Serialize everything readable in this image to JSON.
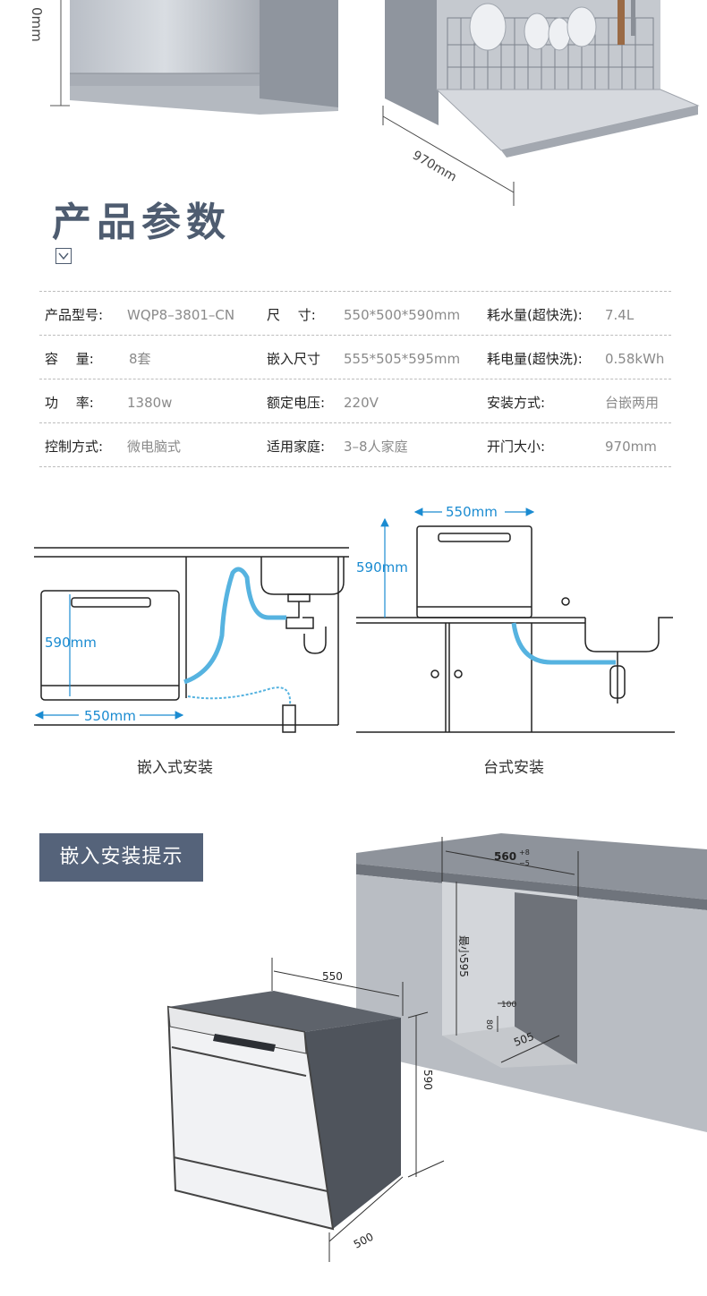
{
  "top_photo": {
    "width_label": "970mm",
    "cut_label": "0mm"
  },
  "section": {
    "title": "产品参数"
  },
  "specs": [
    [
      {
        "label": "产品型号:",
        "value": "WQP8–3801–CN"
      },
      {
        "label": "尺　 寸:",
        "value": "550*500*590mm"
      },
      {
        "label": "耗水量(超快洗):",
        "value": "7.4L"
      }
    ],
    [
      {
        "label": "容　 量:",
        "value": "8套"
      },
      {
        "label": "嵌入尺寸",
        "value": "555*505*595mm"
      },
      {
        "label": "耗电量(超快洗):",
        "value": "0.58kWh"
      }
    ],
    [
      {
        "label": "功　 率:",
        "value": "1380w"
      },
      {
        "label": "额定电压:",
        "value": "220V"
      },
      {
        "label": "安装方式:",
        "value": "台嵌两用"
      }
    ],
    [
      {
        "label": "控制方式:",
        "value": "微电脑式"
      },
      {
        "label": "适用家庭:",
        "value": "3–8人家庭"
      },
      {
        "label": "开门大小:",
        "value": "970mm"
      }
    ]
  ],
  "install": {
    "embedded": {
      "caption": "嵌入式安装",
      "height": "590mm",
      "width": "550mm"
    },
    "countertop": {
      "caption": "台式安装",
      "height": "590mm",
      "width": "550mm"
    }
  },
  "tip": {
    "title": "嵌入安装提示",
    "cabinet_width": "560",
    "cabinet_width_tol_plus": "+8",
    "cabinet_width_tol_minus": "−5",
    "cabinet_height": "最小595",
    "cabinet_depth": "505",
    "gap_100": "100",
    "gap_80": "80",
    "unit_width": "550",
    "unit_height": "590",
    "unit_depth": "500"
  },
  "colors": {
    "title": "#4e5c70",
    "accent_blue": "#1a8bd1",
    "tip_bg": "#55637a"
  }
}
